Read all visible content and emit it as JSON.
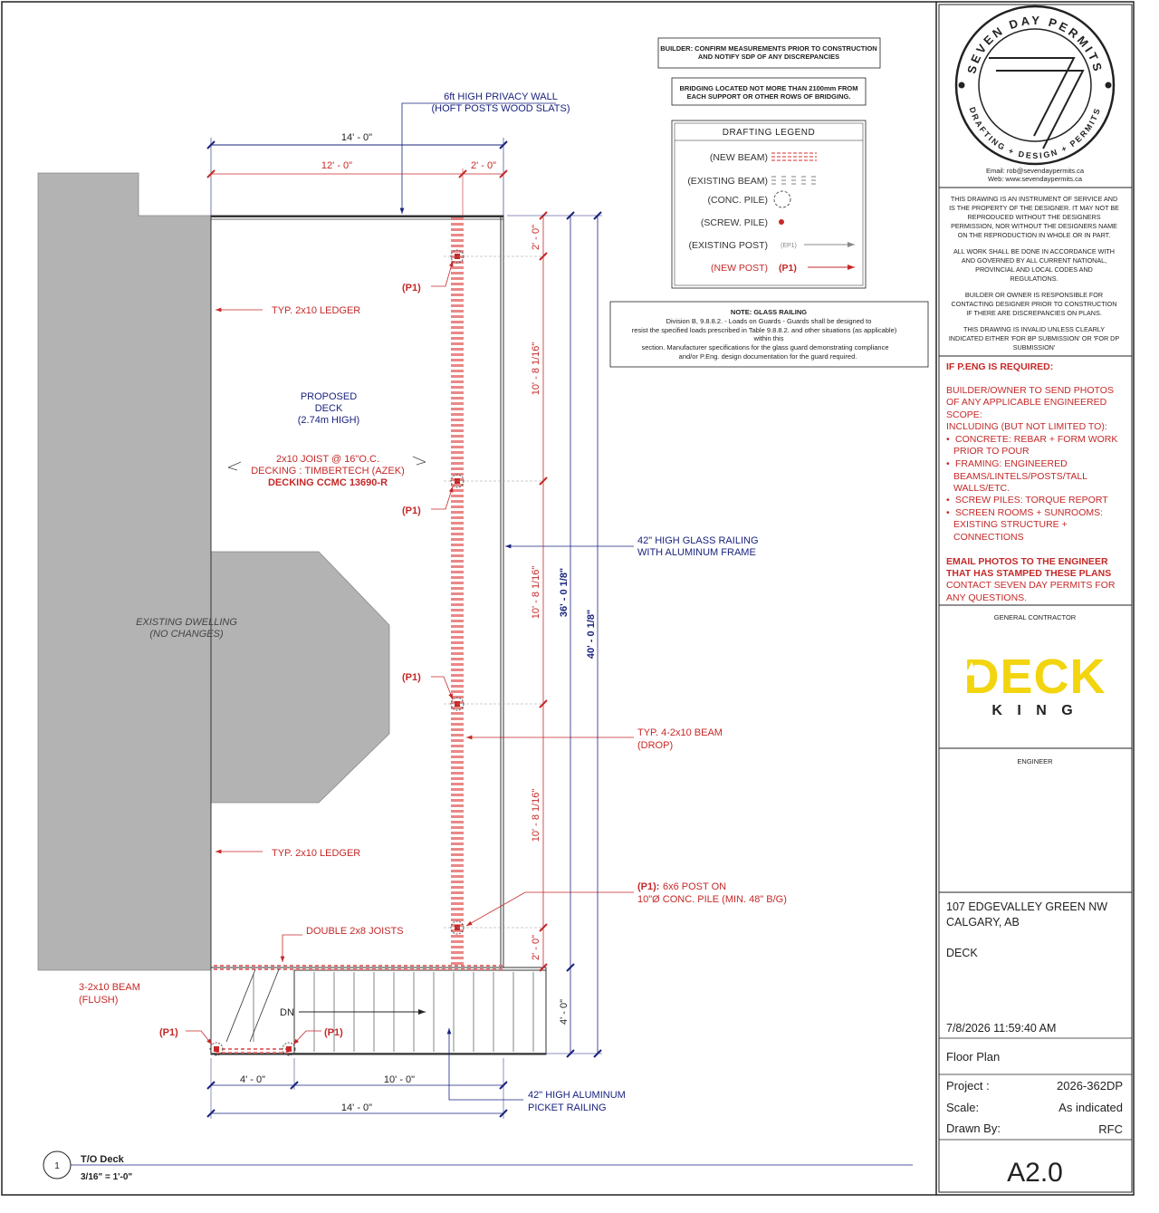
{
  "colors": {
    "red": "#c62828",
    "blue": "#1a237e",
    "grey": "#bdbdbd",
    "yellow": "#f2d50f"
  },
  "notes": {
    "builder_confirm": [
      "BUILDER: CONFIRM MEASUREMENTS PRIOR TO CONSTRUCTION",
      "AND NOTIFY SDP OF ANY DISCREPANCIES"
    ],
    "bridging": [
      "BRIDGING LOCATED NOT MORE THAN 2100mm FROM",
      "EACH SUPPORT OR OTHER ROWS OF BRIDGING."
    ],
    "glass_railing": {
      "title": "NOTE: GLASS RAILING",
      "lines": [
        "Division B, 9.8.8.2. - Loads on Guards - Guards shall be designed to",
        "resist the specified loads prescribed in Table 9.8.8.2. and other situations (as applicable)",
        "within this",
        "section. Manufacturer specifications for the glass guard demonstrating compliance",
        "and/or P.Eng. design documentation for the guard required."
      ]
    }
  },
  "legend": {
    "title": "DRAFTING LEGEND",
    "new_beam": "(NEW BEAM)",
    "existing_beam": "(EXISTING BEAM)",
    "conc_pile": "(CONC. PILE)",
    "screw_pile": "(SCREW. PILE)",
    "existing_post": "(EXISTING POST)",
    "existing_post_tag": "(EP1)",
    "new_post": "(NEW POST)",
    "new_post_tag": "(P1)"
  },
  "plan": {
    "privacy_wall": [
      "6ft HIGH PRIVACY WALL",
      "(HOFT POSTS WOOD SLATS)"
    ],
    "dim_top_total": "14' - 0\"",
    "dim_top_a": "12' - 0\"",
    "dim_top_b": "2' - 0\"",
    "post_tag": "(P1)",
    "typ_ledger": "TYP. 2x10 LEDGER",
    "proposed_deck": [
      "PROPOSED",
      "DECK",
      "(2.74m HIGH)"
    ],
    "joist": [
      "2x10 JOIST @ 16\"O.C.",
      "DECKING : TIMBERTECH (AZEK)",
      "DECKING CCMC 13690-R"
    ],
    "glass_railing_callout": [
      "42\" HIGH GLASS RAILING",
      "WITH ALUMINUM FRAME"
    ],
    "existing_dwelling": [
      "EXISTING DWELLING",
      "(NO CHANGES)"
    ],
    "beam_callout": [
      "TYP. 4-2x10 BEAM",
      "(DROP)"
    ],
    "post_callout_tag": "(P1):",
    "post_callout": [
      "6x6 POST ON",
      "10\"Ø CONC. PILE (MIN. 48\" B/G)"
    ],
    "double_joists": "DOUBLE 2x8 JOISTS",
    "flush_beam": [
      "3-2x10 BEAM",
      "(FLUSH)"
    ],
    "dn": "DN",
    "dim_v_2a": "2' - 0\"",
    "dim_v_10a": "10' - 8 1/16\"",
    "dim_v_10b": "10' - 8 1/16\"",
    "dim_v_10c": "10' - 8 1/16\"",
    "dim_v_2b": "2' - 0\"",
    "dim_v_36": "36' - 0 1/8\"",
    "dim_v_40": "40' - 0 1/8\"",
    "dim_v_4": "4' - 0\"",
    "dim_bot_a": "4' - 0\"",
    "dim_bot_b": "10' - 0\"",
    "dim_bot_total": "14' - 0\"",
    "picket": [
      "42\" HIGH ALUMINUM",
      "PICKET RAILING"
    ],
    "view_number": "1",
    "view_title": "T/O Deck",
    "view_scale": "3/16\" = 1'-0\""
  },
  "titleblock": {
    "logo_ring_top": "SEVEN DAY PERMITS",
    "logo_ring_bottom": "DRAFTING + DESIGN + PERMITS",
    "email": "Email: rob@sevendaypermits.ca",
    "web": "Web: www.sevendaypermits.ca",
    "disclaimer": [
      [
        "THIS DRAWING IS AN INSTRUMENT OF SERVICE AND",
        "IS THE PROPERTY OF THE DESIGNER. IT MAY NOT BE",
        "REPRODUCED WITHOUT THE DESIGNERS",
        "PERMISSION, NOR WITHOUT THE DESIGNERS NAME",
        "ON THE REPRODUCTION IN WHOLE OR IN PART."
      ],
      [
        "ALL WORK SHALL BE DONE IN ACCORDANCE WITH",
        "AND GOVERNED BY ALL CURRENT NATIONAL,",
        "PROVINCIAL AND LOCAL CODES AND",
        "REGULATIONS."
      ],
      [
        "BUILDER OR OWNER IS RESPONSIBLE FOR",
        "CONTACTING DESIGNER PRIOR TO CONSTRUCTION",
        "IF THERE ARE DISCREPANCIES ON PLANS."
      ],
      [
        "THIS DRAWING IS INVALID UNLESS CLEARLY",
        "INDICATED EITHER 'FOR BP SUBMISSION' OR 'FOR DP",
        "SUBMISSION'"
      ]
    ],
    "peng_title": "IF P.ENG IS REQUIRED:",
    "peng_intro": [
      "BUILDER/OWNER TO SEND PHOTOS",
      "OF ANY APPLICABLE ENGINEERED",
      "SCOPE:",
      "INCLUDING (BUT NOT LIMITED TO):"
    ],
    "peng_items": [
      [
        "CONCRETE: REBAR + FORM WORK",
        "PRIOR TO POUR"
      ],
      [
        "FRAMING: ENGINEERED",
        "BEAMS/LINTELS/POSTS/TALL",
        "WALLS/ETC."
      ],
      [
        "SCREW PILES: TORQUE REPORT"
      ],
      [
        "SCREEN ROOMS + SUNROOMS:",
        "EXISTING STRUCTURE +",
        "CONNECTIONS"
      ]
    ],
    "peng_email_bold": [
      "EMAIL PHOTOS TO THE ENGINEER",
      "THAT HAS STAMPED THESE PLANS"
    ],
    "peng_contact": [
      "CONTACT SEVEN DAY PERMITS FOR",
      "ANY QUESTIONS."
    ],
    "gc_label": "GENERAL CONTRACTOR",
    "gc_logo_main": "DECK",
    "gc_logo_sub": "K I N G",
    "engineer_label": "ENGINEER",
    "address": [
      "107 EDGEVALLEY GREEN NW",
      "CALGARY, AB"
    ],
    "project_name": "DECK",
    "datetime": "7/8/2026 11:59:40 AM",
    "sheet_name": "Floor Plan",
    "project_label": "Project :",
    "project_value": "2026-362DP",
    "scale_label": "Scale:",
    "scale_value": "As indicated",
    "drawn_label": "Drawn By:",
    "drawn_value": "RFC",
    "sheet_number": "A2.0"
  }
}
